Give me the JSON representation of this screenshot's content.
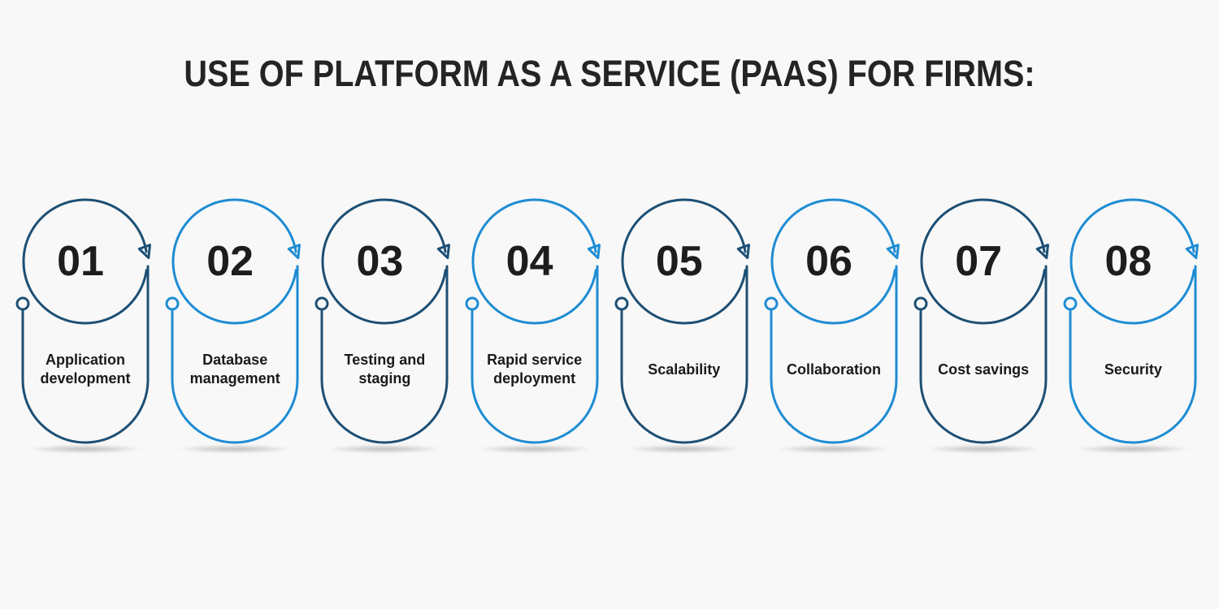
{
  "title": "USE OF PLATFORM AS A SERVICE (PAAS) FOR FIRMS:",
  "palette": {
    "navy": "#1d4f74",
    "blue": "#1e8cd3",
    "number_color": "#1d1d1d",
    "label_color": "#1a1a1a",
    "background": "#f8f8f8"
  },
  "items": [
    {
      "number": "01",
      "label": "Application development",
      "color_key": "navy"
    },
    {
      "number": "02",
      "label": "Database management",
      "color_key": "blue"
    },
    {
      "number": "03",
      "label": "Testing and staging",
      "color_key": "navy"
    },
    {
      "number": "04",
      "label": "Rapid service deployment",
      "color_key": "blue"
    },
    {
      "number": "05",
      "label": "Scalability",
      "color_key": "navy"
    },
    {
      "number": "06",
      "label": "Collaboration",
      "color_key": "blue"
    },
    {
      "number": "07",
      "label": "Cost savings",
      "color_key": "navy"
    },
    {
      "number": "08",
      "label": "Security",
      "color_key": "blue"
    }
  ]
}
